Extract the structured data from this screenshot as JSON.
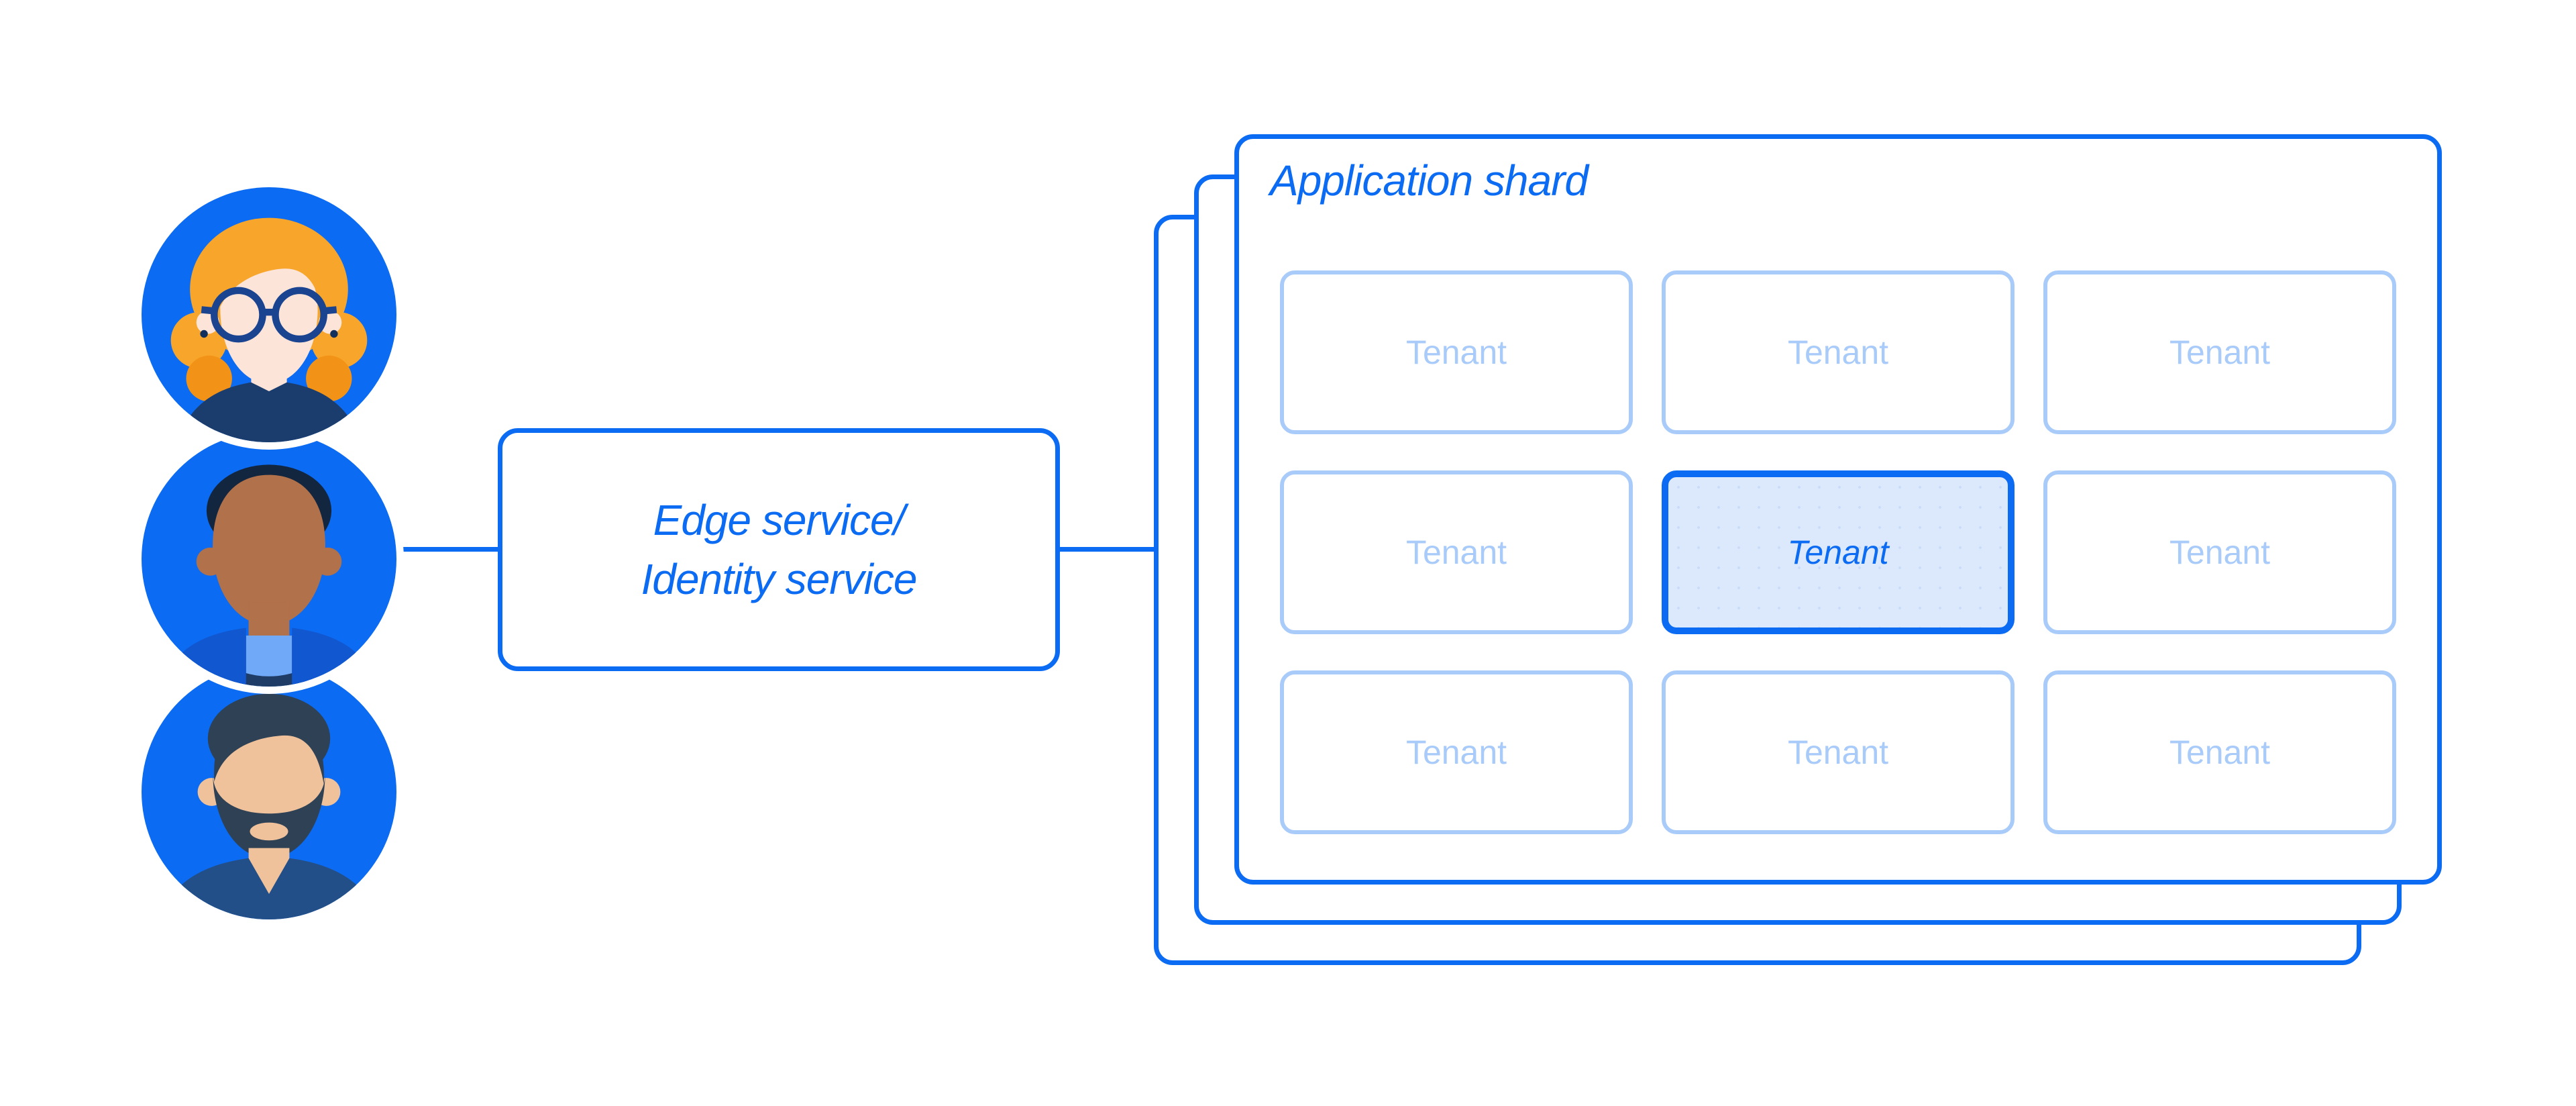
{
  "users": {
    "avatars": [
      {
        "icon": "woman-with-glasses-avatar-icon"
      },
      {
        "icon": "man-avatar-icon"
      },
      {
        "icon": "bearded-man-avatar-icon"
      }
    ]
  },
  "edge_service": {
    "line1": "Edge service/",
    "line2": "Identity service"
  },
  "application_shard": {
    "title": "Application shard",
    "stack_count": 3,
    "tenants": [
      {
        "label": "Tenant",
        "active": false
      },
      {
        "label": "Tenant",
        "active": false
      },
      {
        "label": "Tenant",
        "active": false
      },
      {
        "label": "Tenant",
        "active": false
      },
      {
        "label": "Tenant",
        "active": true
      },
      {
        "label": "Tenant",
        "active": false
      },
      {
        "label": "Tenant",
        "active": false
      },
      {
        "label": "Tenant",
        "active": false
      },
      {
        "label": "Tenant",
        "active": false
      }
    ]
  },
  "colors": {
    "brand_blue": "#0B6BF2",
    "light_blue": "#A9CBFA",
    "active_tenant_fill": "#DCE9FC"
  }
}
